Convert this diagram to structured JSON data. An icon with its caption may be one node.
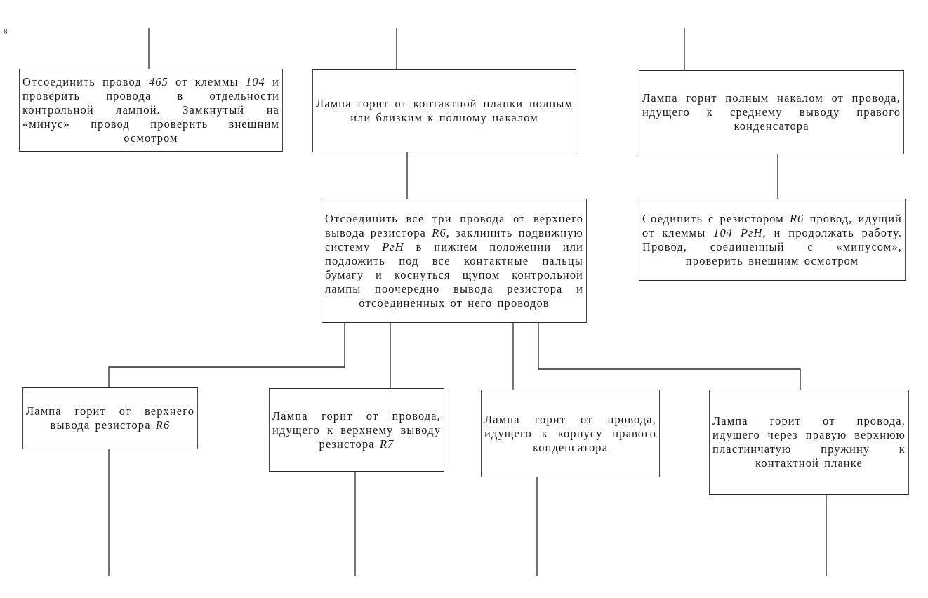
{
  "diagram": {
    "nodes": [
      {
        "text": [
          "Отсоединить провод *465* от клеммы *104* и проверить провода в отдельности контрольной лампой. Замкнутый на «минус» провод проверить внешним осмотром"
        ]
      },
      {
        "text": [
          "Лампа горит от контактной планки полным или близким к полному накалом"
        ]
      },
      {
        "text": [
          "Лампа горит полным накалом от провода, идущего к среднему выводу правого конденсатора"
        ]
      },
      {
        "text": [
          "Отсоединить все три провода от верхнего вывода резистора *R6*, заклинить подвижную систему *PгH* в нижнем положении или подложить под все контактные пальцы бумагу и коснуться щупом контрольной лампы поочередно вывода резистора и отсоединенных от него проводов"
        ]
      },
      {
        "text": [
          "Соединить с резистором *R6* провод, идущий от клеммы *104 PгH,* и продолжать работу. Провод, соединенный с «минусом», проверить внешним осмотром"
        ]
      },
      {
        "text": [
          "Лампа горит от верхнего вывода резистора *R6*"
        ]
      },
      {
        "text": [
          "Лампа горит от провода, идущего к верхнему выводу резистора *R7*"
        ]
      },
      {
        "text": [
          "Лампа горит от провода, идущего к корпусу правого конденсатора"
        ]
      },
      {
        "text": [
          "Лампа горит от провода, идущего через правую верхнюю пластинчатую пружину к контактной планке"
        ]
      }
    ],
    "edges": [
      {
        "from": null,
        "to": 0,
        "arrow": "none"
      },
      {
        "from": null,
        "to": 1,
        "arrow": "none"
      },
      {
        "from": null,
        "to": 2,
        "arrow": "none"
      },
      {
        "from": 1,
        "to": 3,
        "arrow": "none"
      },
      {
        "from": 2,
        "to": 4,
        "arrow": "none"
      },
      {
        "from": 3,
        "to": 5,
        "arrow": "none"
      },
      {
        "from": 3,
        "to": 6,
        "arrow": "none"
      },
      {
        "from": 3,
        "to": 7,
        "arrow": "none"
      },
      {
        "from": 3,
        "to": 8,
        "arrow": "none"
      },
      {
        "from": 5,
        "to": null,
        "arrow": "none"
      },
      {
        "from": 6,
        "to": null,
        "arrow": "none"
      },
      {
        "from": 7,
        "to": null,
        "arrow": "none"
      },
      {
        "from": 8,
        "to": null,
        "arrow": "none"
      }
    ],
    "labels": [
      "8"
    ]
  }
}
